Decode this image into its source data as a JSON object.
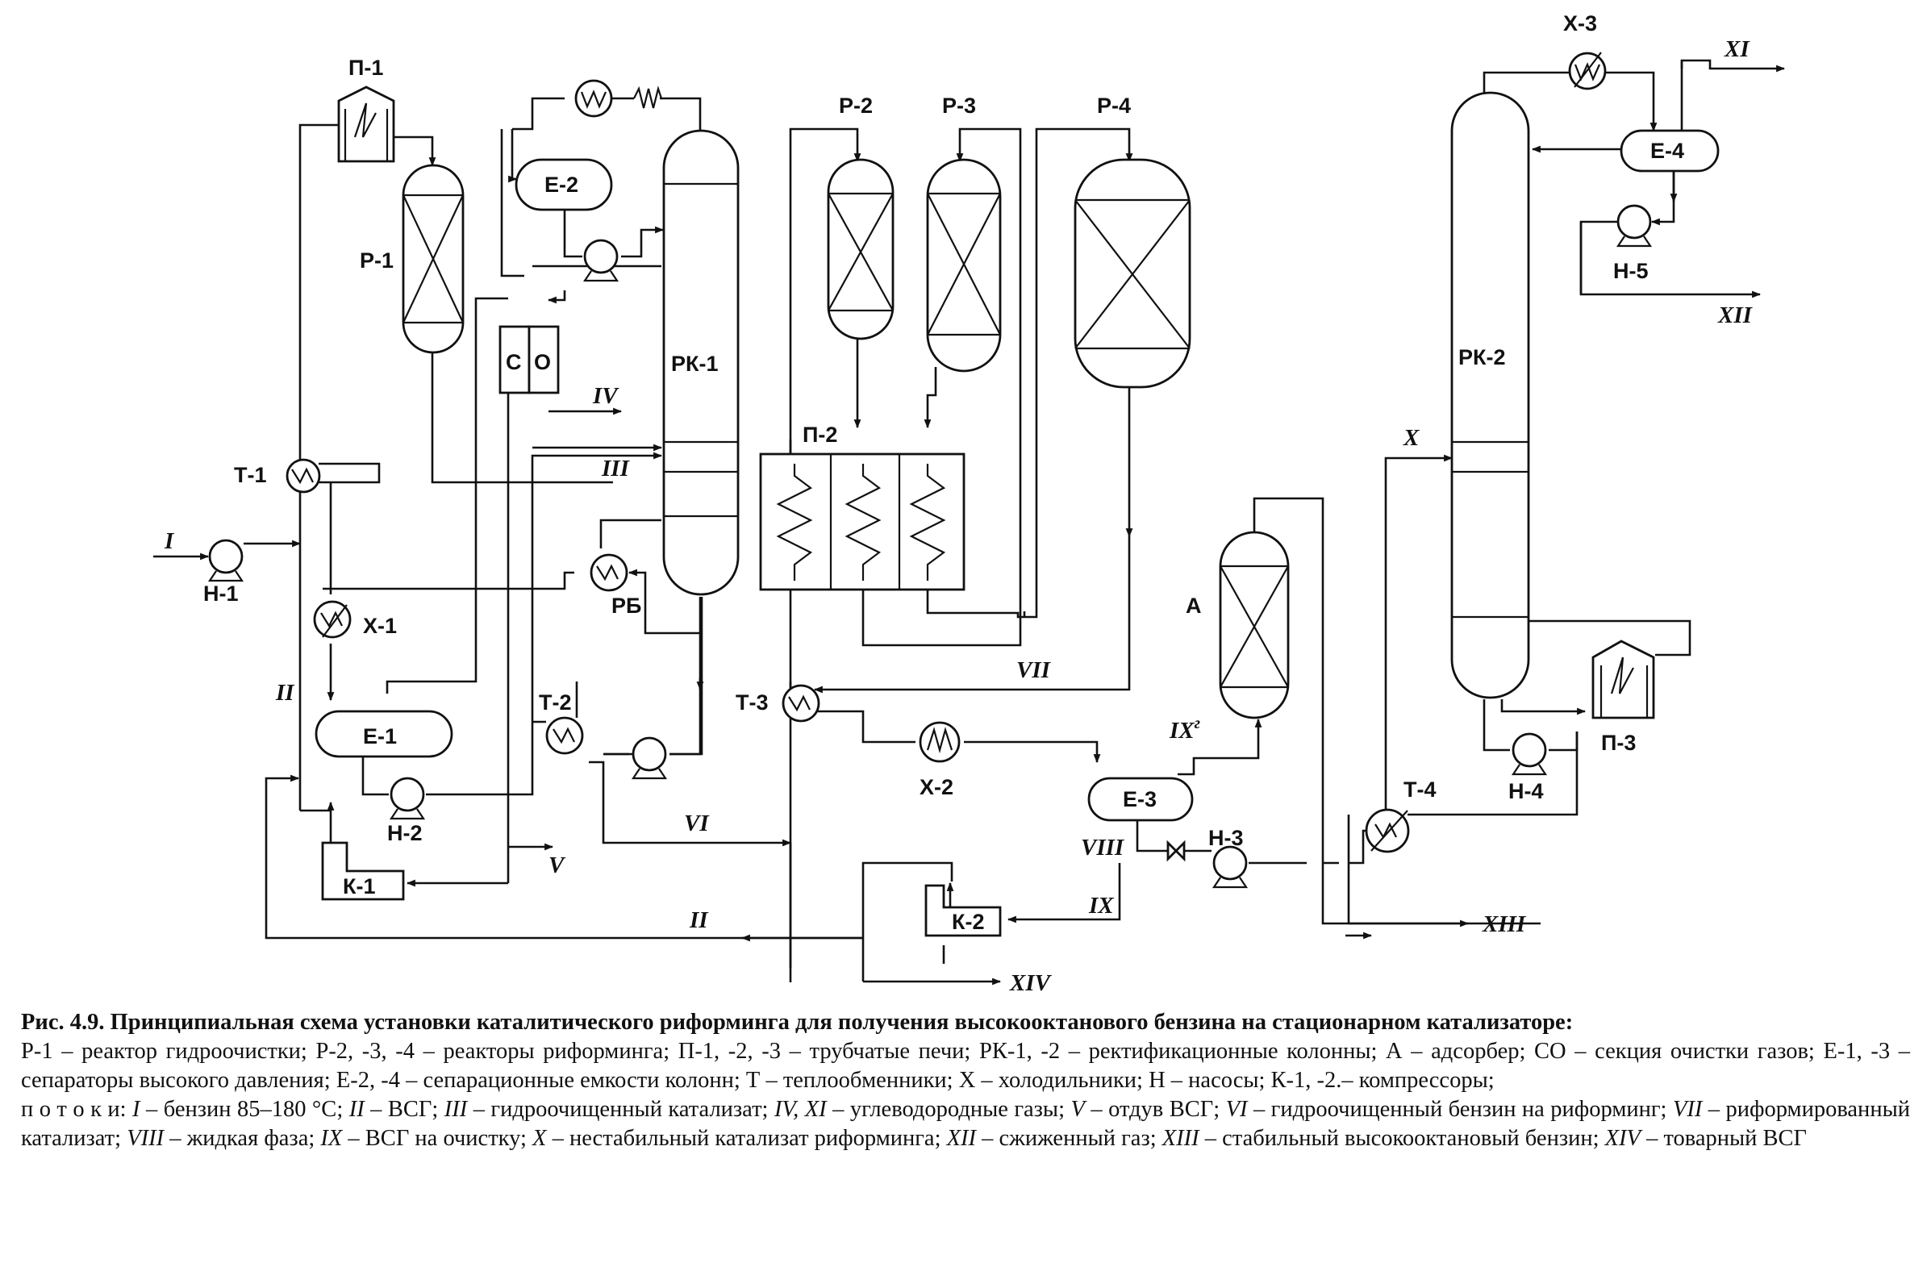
{
  "labels": {
    "P1": "П-1",
    "R1": "Р-1",
    "E2": "Е-2",
    "SO_C": "С",
    "SO_O": "О",
    "RK1": "РК-1",
    "T1": "Т-1",
    "N1": "Н-1",
    "X1": "Х-1",
    "E1": "Е-1",
    "N2": "Н-2",
    "K1": "К-1",
    "T2": "Т-2",
    "RB": "РБ",
    "R2": "Р-2",
    "R3": "Р-3",
    "R4": "Р-4",
    "P2": "П-2",
    "T3": "Т-3",
    "X2": "Х-2",
    "E3": "Е-3",
    "N3": "Н-3",
    "K2": "К-2",
    "A": "А",
    "X3": "Х-3",
    "E4": "Е-4",
    "N5": "Н-5",
    "RK2": "РК-2",
    "T4": "Т-4",
    "N4": "Н-4",
    "P3": "П-3"
  },
  "streams": {
    "I": "I",
    "II_left": "II",
    "II_bottom": "II",
    "III": "III",
    "IV": "IV",
    "V": "V",
    "VI": "VI",
    "VII": "VII",
    "VIII": "VIII",
    "IX": "IX",
    "IXg": "IX",
    "IXg_sup": "г",
    "X": "X",
    "XI": "XI",
    "XII": "XII",
    "XIII": "XIII",
    "XIV": "XIV"
  },
  "caption": {
    "title": "Рис. 4.9. Принципиальная схема установки каталитического риформинга для получения высокооктанового бензина на стационарном катализаторе:",
    "legend_line1": "Р-1 – реактор гидроочистки; Р-2, -3, -4 – реакторы риформинга; П-1, -2, -3 – трубчатые печи; РК-1, -2 – ректификационные колонны; А – адсорбер; СО – секция очистки газов; Е-1, -3 – сепараторы высокого давления; Е-2, -4 – сепарационные емкости колонн; Т – теплообменники; Х – холодильники; Н – насосы; К-1, -2.– компрессоры;",
    "flows_prefix": "п о т о к и:",
    "flows": [
      {
        "num": "I",
        "text": " – бензин 85–180 °С; "
      },
      {
        "num": "II",
        "text": " – ВСГ; "
      },
      {
        "num": "III",
        "text": " – гидроочищенный катализат; "
      },
      {
        "num": "IV, XI",
        "text": " – углеводородные газы; "
      },
      {
        "num": "V",
        "text": " – отдув ВСГ; "
      },
      {
        "num": "VI",
        "text": " – гидроочищенный бензин на риформинг; "
      },
      {
        "num": "VII",
        "text": " – риформированный катализат; "
      },
      {
        "num": "VIII",
        "text": " – жидкая фаза; "
      },
      {
        "num": "IX",
        "text": " – ВСГ на очистку; "
      },
      {
        "num": "X",
        "text": " – нестабильный катализат риформинга; "
      },
      {
        "num": "XII",
        "text": " – сжиженный газ; "
      },
      {
        "num": "XIII",
        "text": " – стабильный высокооктановый бензин; "
      },
      {
        "num": "XIV",
        "text": " – товарный ВСГ"
      }
    ]
  }
}
